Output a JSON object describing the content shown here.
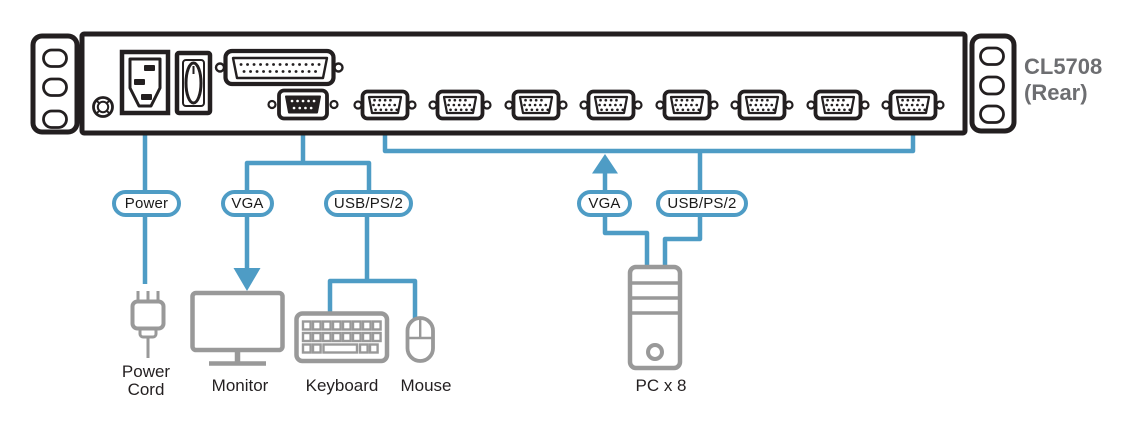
{
  "device": {
    "model": "CL5708",
    "view": "(Rear)",
    "kvm_ports_shown": 8
  },
  "cable_labels": {
    "power": "Power",
    "console_vga": "VGA",
    "console_usb": "USB/PS/2",
    "pc_vga": "VGA",
    "pc_usb": "USB/PS/2"
  },
  "captions": {
    "power_cord_line1": "Power",
    "power_cord_line2": "Cord",
    "monitor": "Monitor",
    "keyboard": "Keyboard",
    "mouse": "Mouse",
    "pc": "PC x 8"
  },
  "colors": {
    "cable_blue": "#4E9CC5",
    "outline_dark": "#231F20",
    "icon_gray": "#999999",
    "device_label_gray": "#6D6E71"
  }
}
